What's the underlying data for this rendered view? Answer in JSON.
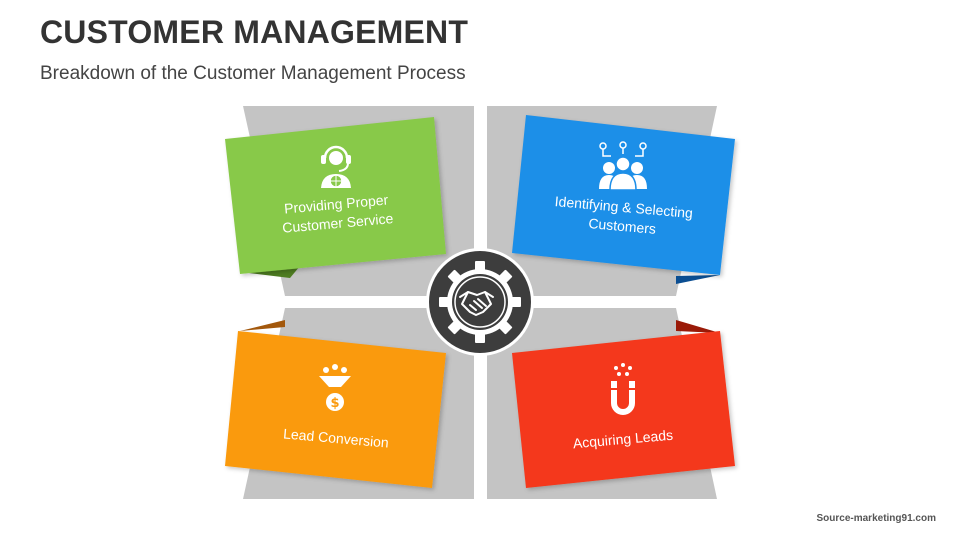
{
  "title": "CUSTOMER MANAGEMENT",
  "subtitle": "Breakdown of the Customer Management Process",
  "quadrants": [
    {
      "label": "Providing Proper\nCustomer Service",
      "color": "#88C94A",
      "icon": "customer-service-headset-icon"
    },
    {
      "label": "Identifying & Selecting\nCustomers",
      "color": "#1E8FE8",
      "icon": "connected-users-icon"
    },
    {
      "label": "Lead Conversion",
      "color": "#FA9A0F",
      "icon": "funnel-dollar-icon"
    },
    {
      "label": "Acquiring Leads",
      "color": "#F4371A",
      "icon": "magnet-icon"
    }
  ],
  "center_icon": "gear-handshake-icon",
  "source": "Source-marketing91.com"
}
